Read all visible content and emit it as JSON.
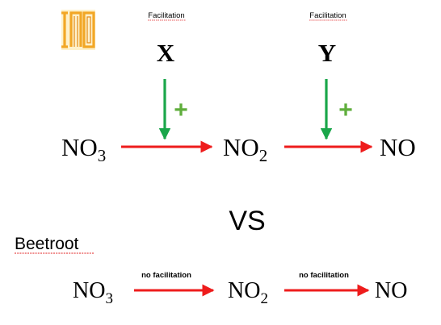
{
  "logo": {
    "text": "INO",
    "color_light": "#f7b733",
    "color_dark": "#e8941a"
  },
  "top": {
    "label_left": "Facilitation",
    "label_right": "Facilitation",
    "enzyme_left": "X",
    "enzyme_right": "Y",
    "plus_left": "+",
    "plus_right": "+",
    "species": [
      {
        "base": "NO",
        "sub": "3"
      },
      {
        "base": "NO",
        "sub": "2"
      },
      {
        "base": "NO",
        "sub": ""
      }
    ]
  },
  "vs_label": "VS",
  "beetroot_label": "Beetroot",
  "bottom": {
    "label_left": "no facilitation",
    "label_right": "no facilitation",
    "species": [
      {
        "base": "NO",
        "sub": "3"
      },
      {
        "base": "NO",
        "sub": "2"
      },
      {
        "base": "NO",
        "sub": ""
      }
    ]
  },
  "colors": {
    "reaction_arrow": "#ee1c1c",
    "enzyme_arrow": "#1aa64a",
    "plus_sign": "#5fae3c",
    "spellcheck_underline": "#e02020",
    "text": "#000000"
  }
}
